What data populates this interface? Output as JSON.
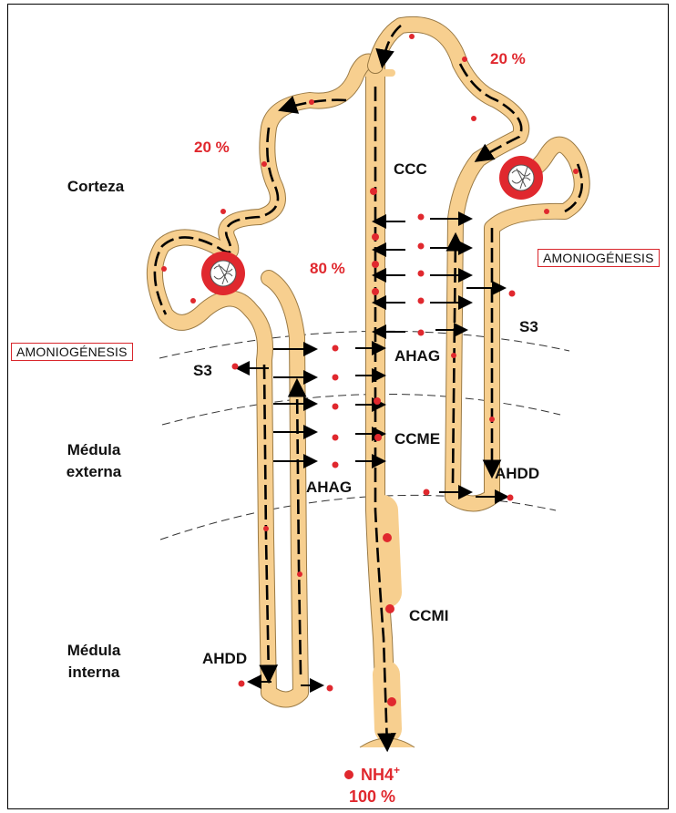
{
  "labels": {
    "pct_cortex_left": "20 %",
    "pct_cortex_right": "20 %",
    "pct_collecting": "80 %",
    "ccc": "CCC",
    "ahag_right": "AHAG",
    "ahag_left": "AHAG",
    "ccme": "CCME",
    "ccmi": "CCMI",
    "s3_left": "S3",
    "s3_right": "S3",
    "ahdd_right": "AHDD",
    "ahdd_left": "AHDD",
    "amoniogenesis_left": "AMONIOGÉNESIS",
    "amoniogenesis_right": "AMONIOGÉNESIS",
    "nh4": "NH4",
    "nh4_sup": "+",
    "total": "100 %"
  },
  "zones": {
    "corteza": "Corteza",
    "medula_externa_1": "Médula",
    "medula_externa_2": "externa",
    "medula_interna_1": "Médula",
    "medula_interna_2": "interna"
  },
  "colors": {
    "tubule": "#f7cf8f",
    "marker": "#e0282e",
    "arrow": "#000000",
    "glomerulus": "#e0282e"
  }
}
